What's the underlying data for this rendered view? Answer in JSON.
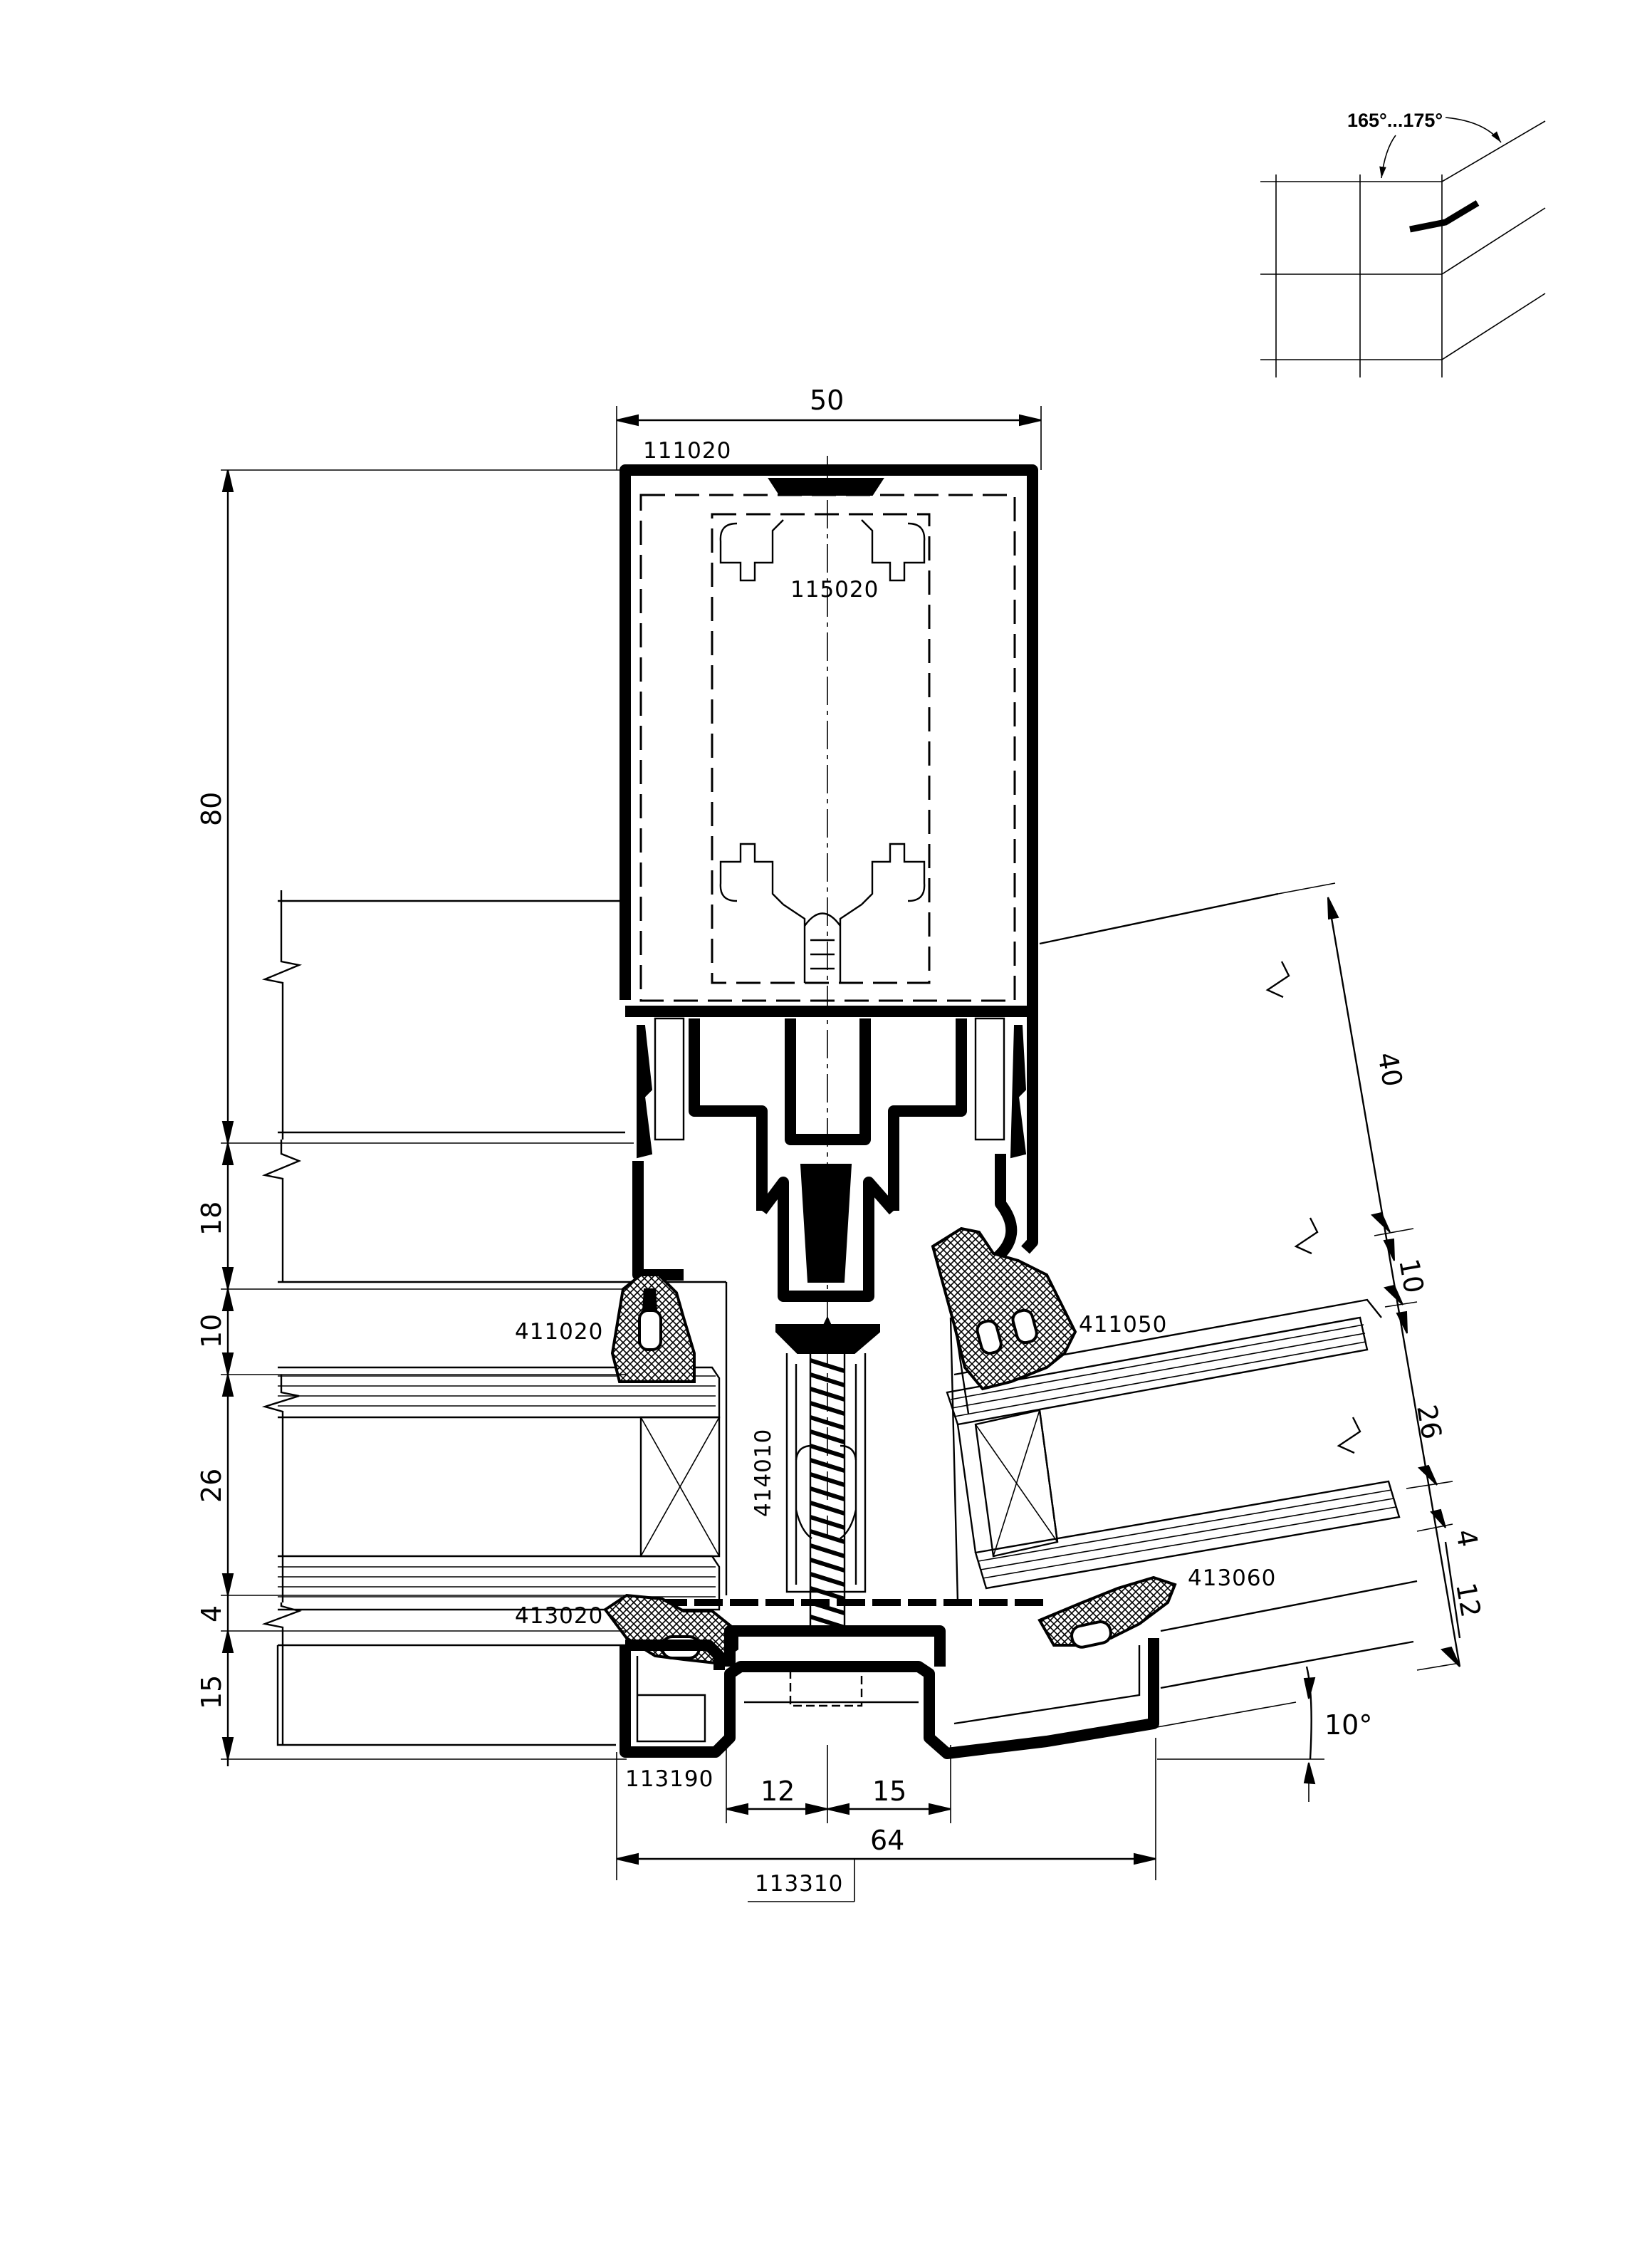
{
  "sketch": {
    "angle_range": "165°...175°"
  },
  "dimensions": {
    "top_width": "50",
    "left_height_80": "80",
    "left_height_18": "18",
    "left_height_10": "10",
    "left_height_26": "26",
    "left_height_4": "4",
    "left_height_15": "15",
    "right_40": "40",
    "right_10": "10",
    "right_26": "26",
    "right_4": "4",
    "right_12": "12",
    "bottom_12": "12",
    "bottom_15": "15",
    "bottom_64": "64",
    "angle_10": "10°"
  },
  "parts": {
    "mullion": "111020",
    "insert": "115020",
    "gasket_left": "411020",
    "gasket_right": "411050",
    "screw": "414010",
    "seal_left": "413020",
    "seal_right": "413060",
    "pressure_plate": "113190",
    "cover_cap": "113310"
  }
}
